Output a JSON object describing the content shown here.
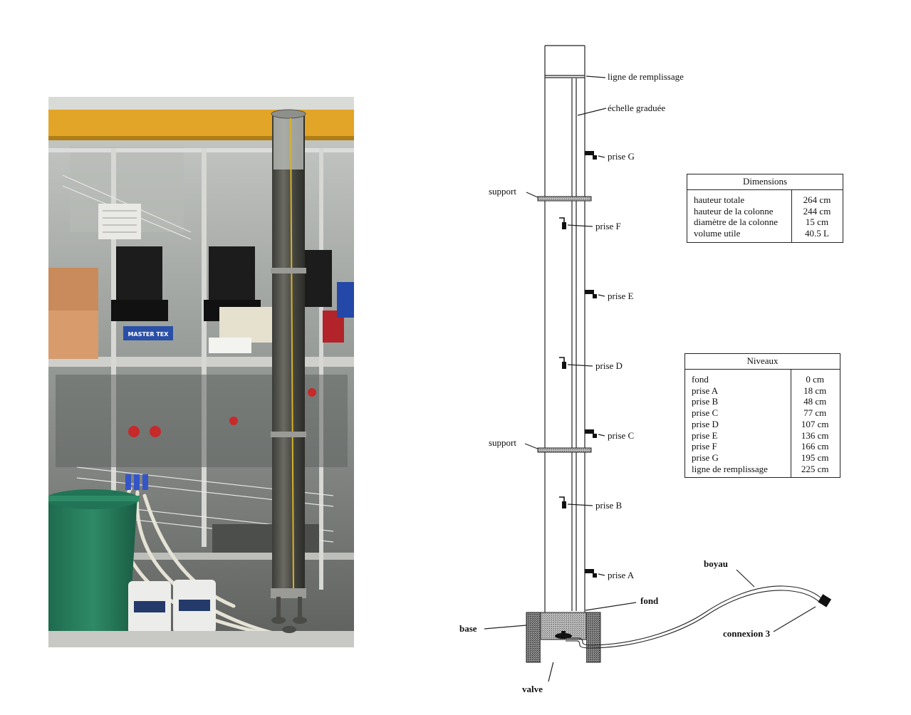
{
  "photo": {
    "box_labels": [
      "MASTER TEX"
    ]
  },
  "diagram": {
    "labels": {
      "fill_line": "ligne de remplissage",
      "scale": "échelle graduée",
      "support_top": "support",
      "support_bottom": "support",
      "fond": "fond",
      "base": "base",
      "valve": "valve",
      "boyau": "boyau",
      "connexion": "connexion 3",
      "prises": [
        "prise G",
        "prise F",
        "prise E",
        "prise D",
        "prise C",
        "prise B",
        "prise A"
      ]
    },
    "dimensions": {
      "title": "Dimensions",
      "rows": [
        {
          "label": "hauteur totale",
          "value": "264 cm"
        },
        {
          "label": "hauteur de la colonne",
          "value": "244 cm"
        },
        {
          "label": "diamètre de la colonne",
          "value": "15 cm"
        },
        {
          "label": "volume utile",
          "value": "40.5 L"
        }
      ]
    },
    "levels": {
      "title": "Niveaux",
      "rows": [
        {
          "label": "fond",
          "value": "0 cm"
        },
        {
          "label": "prise A",
          "value": "18 cm"
        },
        {
          "label": "prise B",
          "value": "48 cm"
        },
        {
          "label": "prise C",
          "value": "77 cm"
        },
        {
          "label": "prise D",
          "value": "107 cm"
        },
        {
          "label": "prise E",
          "value": "136 cm"
        },
        {
          "label": "prise F",
          "value": "166 cm"
        },
        {
          "label": "prise G",
          "value": "195 cm"
        },
        {
          "label": "ligne de remplissage",
          "value": "225 cm"
        }
      ]
    }
  }
}
